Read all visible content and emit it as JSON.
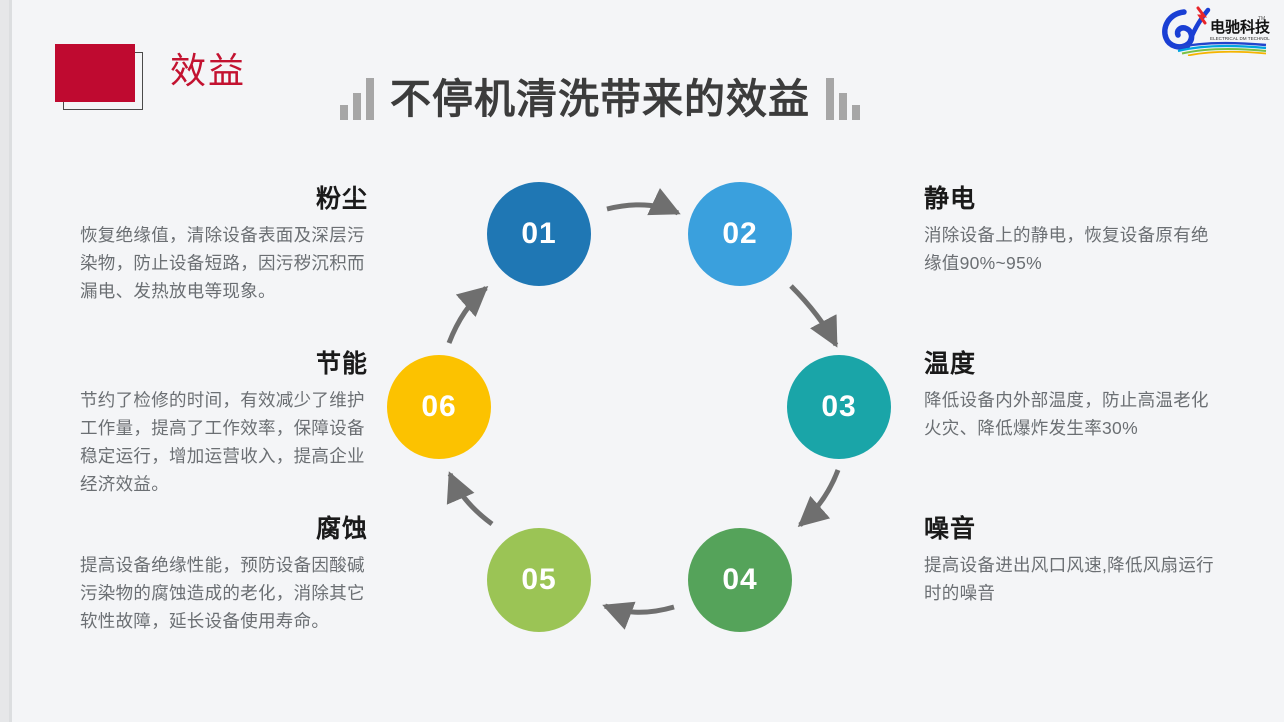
{
  "header": {
    "badge_label": "效益",
    "badge_color": "#bf0a30",
    "badge_text_color": "#c31230",
    "title": "不停机清洗带来的效益",
    "title_color": "#3c3c3c",
    "decor_bar_color": "#a6a6a6"
  },
  "logo": {
    "mark": "D",
    "name_cn": "电驰科技",
    "name_en": "ELECTRICAL DM TECHNOLOGY",
    "trademark": "TM",
    "colors": {
      "mark": "#1a3fd4",
      "text": "#1b1b1b",
      "accent_red": "#e8252a",
      "ribbon": [
        "#2244cc",
        "#00a5e0",
        "#7ac143",
        "#f5b400",
        "#e8252a"
      ]
    }
  },
  "cycle": {
    "nodes": [
      {
        "number": "01",
        "color": "#1f77b4",
        "topic": "粉尘"
      },
      {
        "number": "02",
        "color": "#3aa0dd",
        "topic": "静电"
      },
      {
        "number": "03",
        "color": "#1aa5a8",
        "topic": "温度"
      },
      {
        "number": "04",
        "color": "#55a35a",
        "topic": "噪音"
      },
      {
        "number": "05",
        "color": "#9bc455",
        "topic": "腐蚀"
      },
      {
        "number": "06",
        "color": "#fcc200",
        "topic": "节能"
      }
    ],
    "arrow_color": "#6f6f6f"
  },
  "blocks": {
    "left": [
      {
        "title": "粉尘",
        "body": "恢复绝缘值，清除设备表面及深层污染物，防止设备短路，因污秽沉积而漏电、发热放电等现象。"
      },
      {
        "title": "节能",
        "body": "节约了检修的时间，有效减少了维护工作量，提高了工作效率，保障设备稳定运行，增加运营收入，提高企业经济效益。"
      },
      {
        "title": "腐蚀",
        "body": "提高设备绝缘性能，预防设备因酸碱污染物的腐蚀造成的老化，消除其它软性故障，延长设备使用寿命。"
      }
    ],
    "right": [
      {
        "title": "静电",
        "body": "消除设备上的静电，恢复设备原有绝缘值90%~95%"
      },
      {
        "title": "温度",
        "body": "降低设备内外部温度，防止高温老化火灾、降低爆炸发生率30%"
      },
      {
        "title": "噪音",
        "body": "提高设备进出风口风速,降低风扇运行时的噪音"
      }
    ]
  },
  "canvas": {
    "background": "#f4f5f7",
    "edge_strip": "#e6e7e9"
  }
}
